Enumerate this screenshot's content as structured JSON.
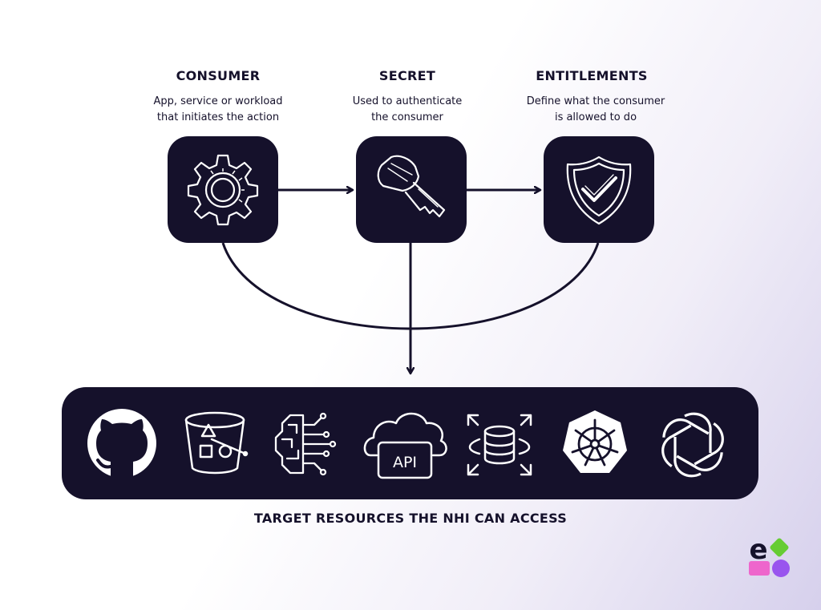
{
  "steps": [
    {
      "title": "CONSUMER",
      "description": "App, service or workload\nthat initiates the action",
      "icon": "gear-icon"
    },
    {
      "title": "SECRET",
      "description": "Used to authenticate\nthe consumer",
      "icon": "key-icon"
    },
    {
      "title": "ENTITLEMENTS",
      "description": "Define what the consumer\nis allowed to do",
      "icon": "shield-check-icon"
    }
  ],
  "resources": {
    "label": "TARGET RESOURCES THE NHI CAN ACCESS",
    "api_label": "API",
    "icons": [
      "github-icon",
      "storage-bucket-icon",
      "ai-brain-icon",
      "cloud-api-icon",
      "database-scale-icon",
      "kubernetes-icon",
      "openai-icon"
    ]
  },
  "brand": {
    "letter": "e",
    "icon": "brand-logo",
    "colors": {
      "green": "#66cc33",
      "pink": "#ee66cc",
      "purple": "#9955ee"
    }
  },
  "colors": {
    "dark": "#15112b",
    "white": "#ffffff"
  }
}
